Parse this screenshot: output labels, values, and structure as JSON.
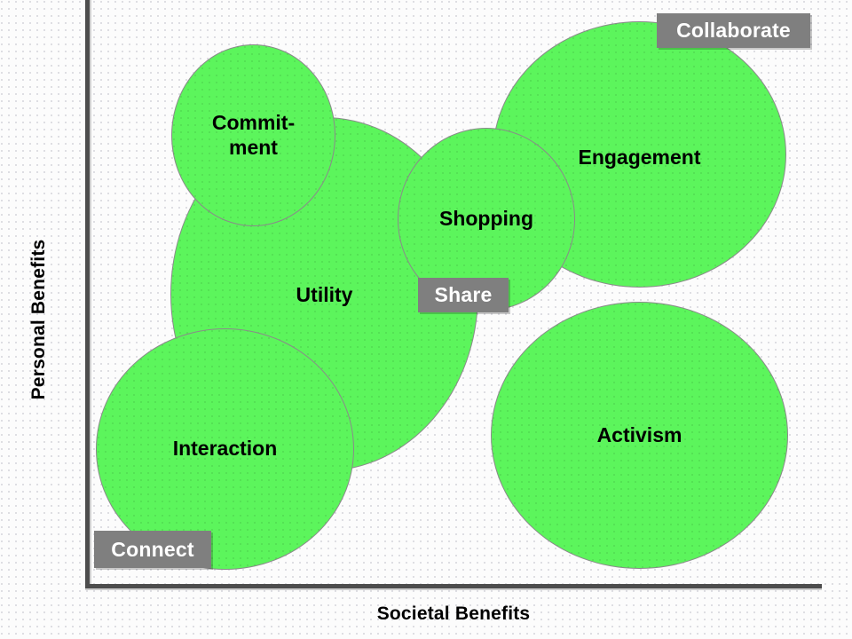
{
  "chart_data": {
    "type": "scatter",
    "title": "",
    "xlabel": "Societal Benefits",
    "ylabel": "Personal Benefits",
    "xlim": [
      0,
      100
    ],
    "ylim": [
      0,
      100
    ],
    "grid": false,
    "legend": "none",
    "bubble_color": "#5cf55c",
    "bubble_border_color": "#8a8a8a",
    "tag_color": "#7f7f7f",
    "tag_text_color": "#ffffff",
    "axis_color": "#4d4d4d",
    "background_color": "#fcfcfc",
    "bubbles": [
      {
        "label": "Commit-\nment",
        "x": 22,
        "y": 79,
        "r": 11
      },
      {
        "label": "Utility",
        "x": 32,
        "y": 50,
        "r": 23
      },
      {
        "label": "Shopping",
        "x": 54,
        "y": 63,
        "r": 12
      },
      {
        "label": "Engagement",
        "x": 75,
        "y": 74,
        "r": 20
      },
      {
        "label": "Interaction",
        "x": 19,
        "y": 23,
        "r": 17
      },
      {
        "label": "Activism",
        "x": 75,
        "y": 26,
        "r": 20
      }
    ],
    "annotations": [
      {
        "label": "Collaborate",
        "corner": "top-right"
      },
      {
        "label": "Share",
        "corner": "center"
      },
      {
        "label": "Connect",
        "corner": "bottom-left"
      }
    ]
  },
  "axes": {
    "y_label": "Personal Benefits",
    "x_label": "Societal Benefits"
  },
  "bubbles": [
    {
      "label": "Commit-\nment"
    },
    {
      "label": "Utility"
    },
    {
      "label": "Shopping"
    },
    {
      "label": "Engagement"
    },
    {
      "label": "Interaction"
    },
    {
      "label": "Activism"
    }
  ],
  "tags": [
    {
      "label": "Collaborate"
    },
    {
      "label": "Share"
    },
    {
      "label": "Connect"
    }
  ]
}
